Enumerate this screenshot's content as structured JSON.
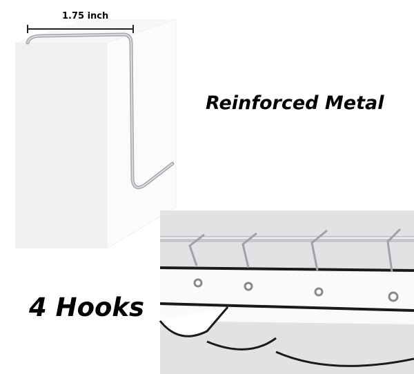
{
  "dimension_label": "1.75 inch",
  "headline": "Reinforced Metal",
  "hooks_label": "4 Hooks",
  "colors": {
    "text": "#000000",
    "box": "#f3f2f4",
    "metal": "#b9bcc0",
    "fabric_edge": "#1a1a1a"
  }
}
